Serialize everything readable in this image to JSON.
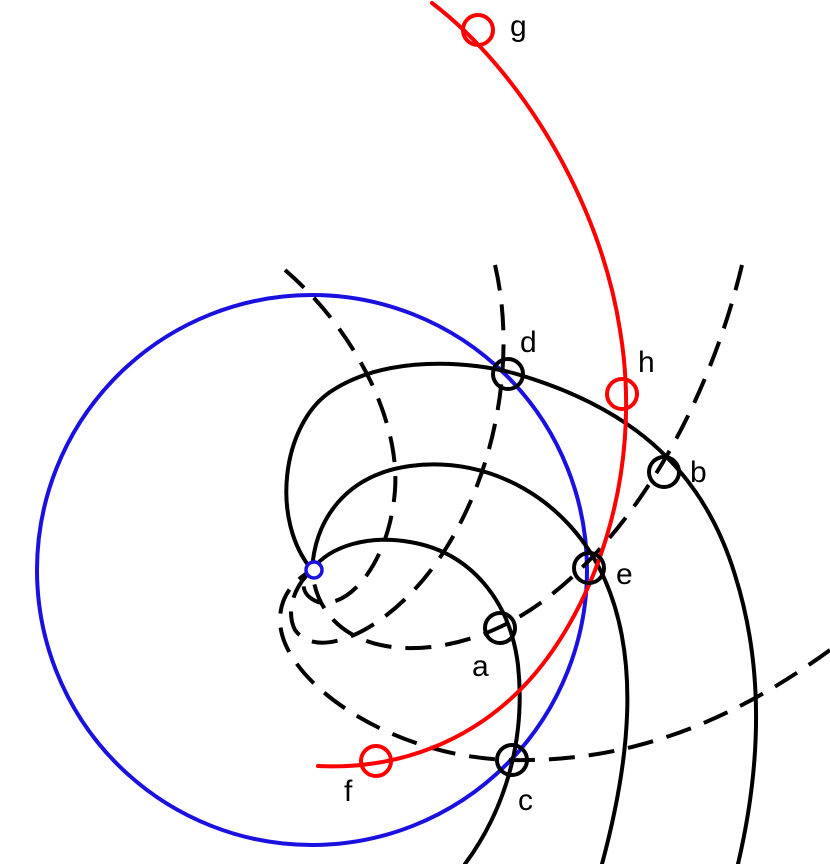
{
  "colors": {
    "background": "#ffffff",
    "black_curves": "#000000",
    "red_curve": "#ff0000",
    "blue_circle": "#1a10e0",
    "center_point": "#1a10e0"
  },
  "labels": {
    "a": "a",
    "b": "b",
    "c": "c",
    "d": "d",
    "e": "e",
    "f": "f",
    "g": "g",
    "h": "h"
  }
}
